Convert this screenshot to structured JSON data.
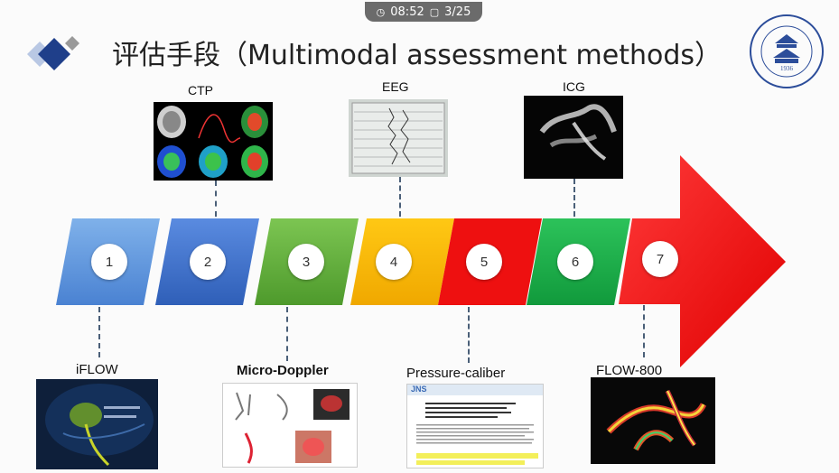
{
  "topbar": {
    "time": "08:52",
    "page": "3/25"
  },
  "title": "评估手段（Multimodal assessment methods）",
  "seal_text": "1936",
  "steps": [
    "1",
    "2",
    "3",
    "4",
    "5",
    "6",
    "7"
  ],
  "top_labels": {
    "ctp": "CTP",
    "eeg": "EEG",
    "icg": "ICG"
  },
  "bottom_labels": {
    "iflow": "iFLOW",
    "micro_doppler": "Micro-Doppler",
    "pressure": "Pressure-caliber",
    "flow800": "FLOW-800"
  },
  "jns_text": "JNS",
  "colors": {
    "blue1": "#5b8ed6",
    "blue2": "#3e6fc8",
    "green": "#5fb03e",
    "yellow": "#f5b800",
    "red": "#ee1111",
    "green2": "#1fb04a",
    "arrow_red": "#ff1a1a"
  }
}
